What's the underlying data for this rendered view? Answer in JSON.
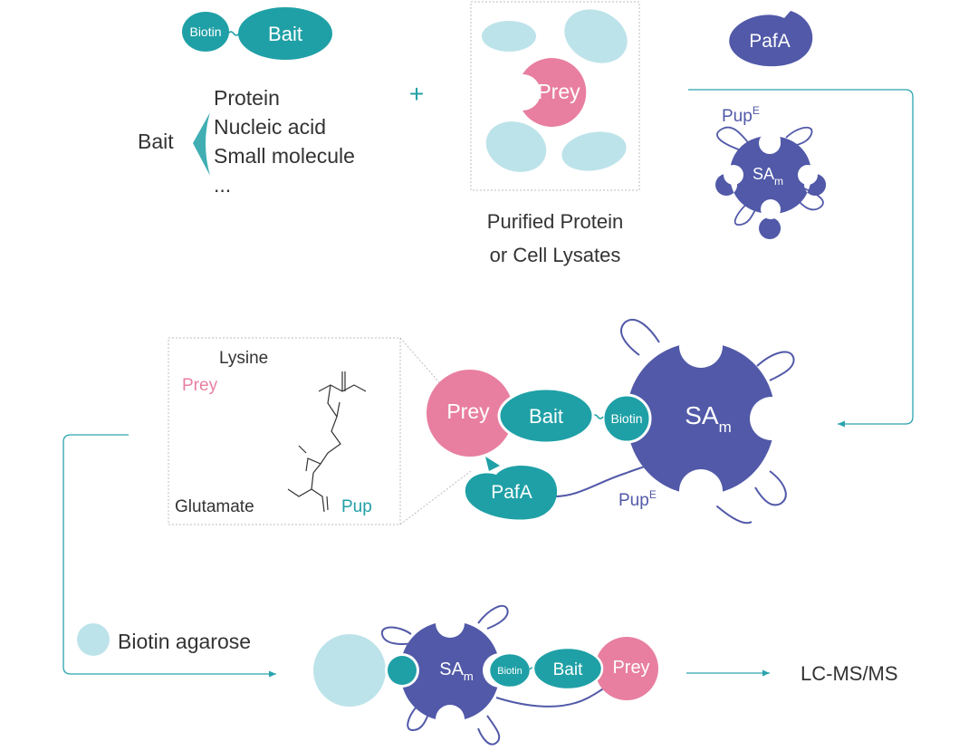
{
  "colors": {
    "teal": "#1fa0a6",
    "light_blue": "#bde3ea",
    "pink": "#e87fa0",
    "indigo": "#5159a8",
    "text": "#333333",
    "line": "#2aa3ad"
  },
  "top_left": {
    "biotin": "Biotin",
    "bait": "Bait",
    "bracket_label": "Bait",
    "bait_types": [
      "Protein",
      "Nucleic acid",
      "Small molecule",
      "..."
    ]
  },
  "plus": "+",
  "lysate": {
    "prey": "Prey",
    "caption_line1": "Purified Protein",
    "caption_line2": "or Cell Lysates"
  },
  "top_right": {
    "pafa": "PafA",
    "pup_base": "Pup",
    "pup_sup": "E",
    "sa_base": "SA",
    "sa_sub": "m"
  },
  "zoom_box": {
    "lysine": "Lysine",
    "prey": "Prey",
    "glutamate": "Glutamate",
    "pup": "Pup"
  },
  "complex": {
    "prey": "Prey",
    "bait": "Bait",
    "biotin": "Biotin",
    "pafa": "PafA",
    "sa_base": "SA",
    "sa_sub": "m",
    "pup_base": "Pup",
    "pup_sup": "E"
  },
  "bottom": {
    "legend_label": "Biotin agarose",
    "sa_base": "SA",
    "sa_sub": "m",
    "biotin": "Biotin",
    "bait": "Bait",
    "prey": "Prey",
    "output": "LC-MS/MS"
  }
}
